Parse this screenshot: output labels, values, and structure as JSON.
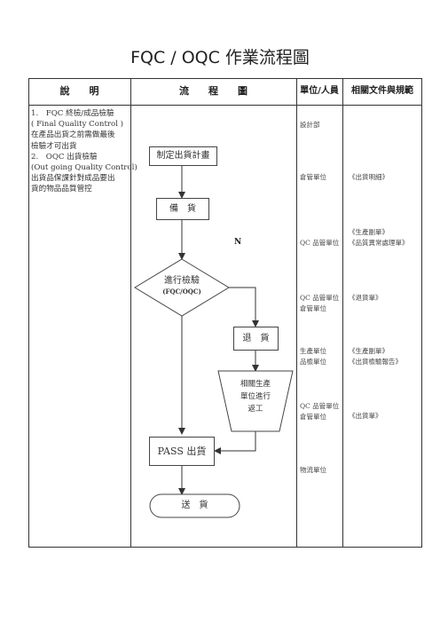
{
  "title": "FQC / OQC 作業流程圖",
  "headers": {
    "description": "說　　明",
    "flow": "流　　程　　圖",
    "unit": "單位/人員",
    "docs": "相關文件與規範"
  },
  "description_lines": [
    "1.　FQC 終檢/成品檢驗",
    "( Final Quality Control )",
    "在產品出貨之前需做最後",
    "檢驗才可出貨",
    "2.　OQC 出貨檢驗",
    "(Out going Quality Control)",
    "出貨品保課針對成品要出",
    "貨的物品品質管控"
  ],
  "flow": {
    "plan": "制定出貨計畫",
    "prepare": "備　貨",
    "inspect_line1": "進行檢驗",
    "inspect_line2": "(FQC/OQC)",
    "no_label": "N",
    "return": "退　貨",
    "rework_lines": [
      "相關生產",
      "單位進行",
      "返工"
    ],
    "pass": "PASS 出貨",
    "deliver": "送　貨"
  },
  "units": [
    [
      "設計部"
    ],
    [
      "倉管單位"
    ],
    [
      "QC 品管單位"
    ],
    [
      "QC 品管單位",
      "倉管單位"
    ],
    [
      "生產單位",
      "品檢單位"
    ],
    [
      "QC 品管單位",
      "倉管單位"
    ],
    [
      "物流單位"
    ]
  ],
  "documents": [
    [
      "《出貨明細》"
    ],
    [
      "《生產副單》",
      "《品質異常處理單》"
    ],
    [
      "《退貨單》"
    ],
    [
      "《生產副單》",
      "《出貨檢驗報告》"
    ],
    [
      "《出貨單》"
    ]
  ]
}
